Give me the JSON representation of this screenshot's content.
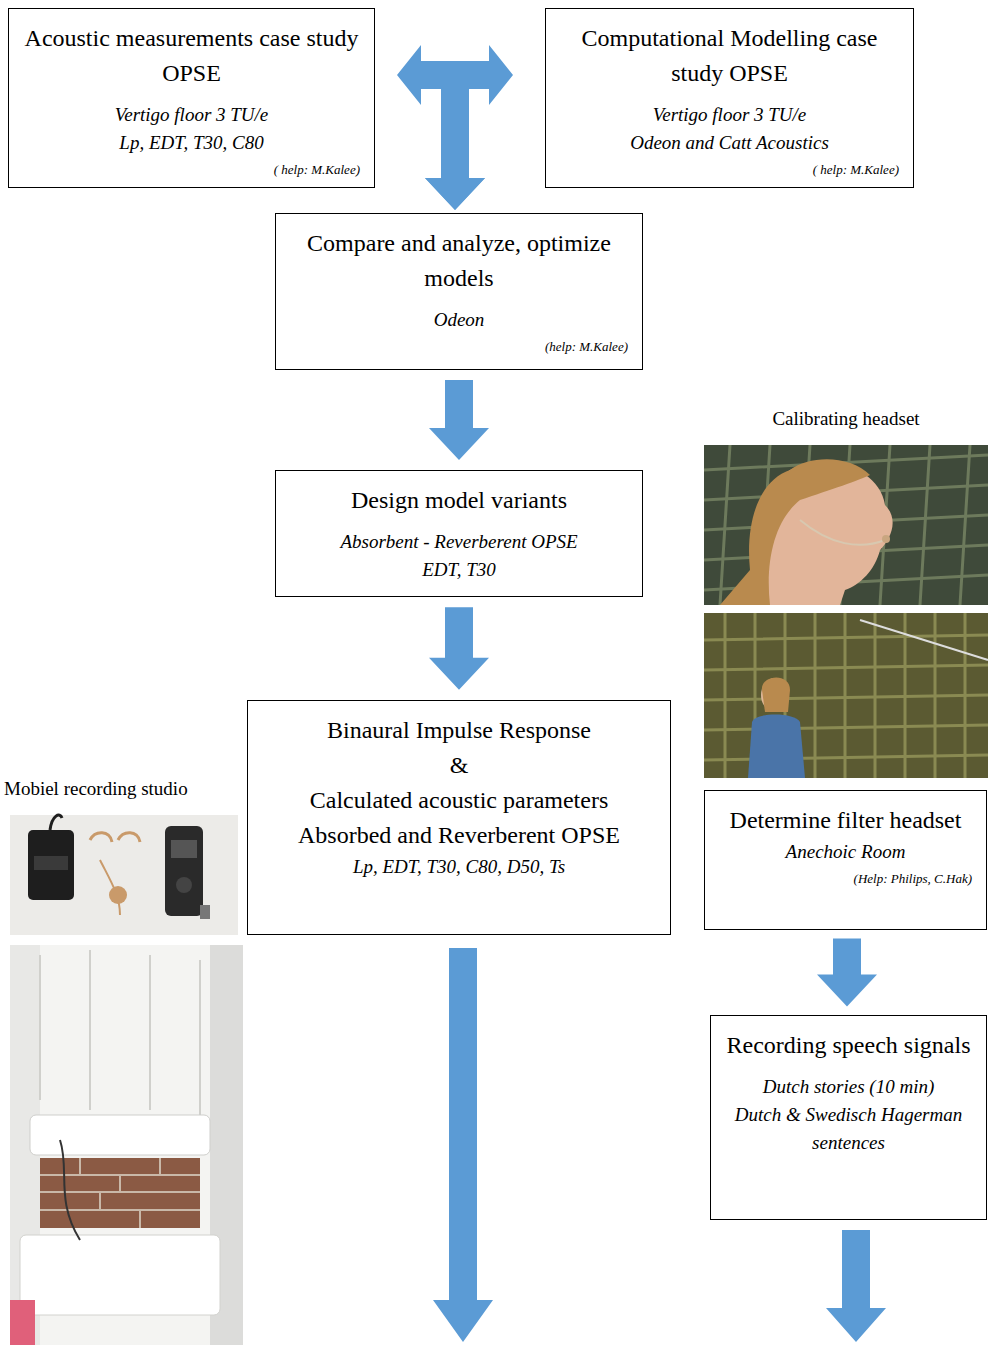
{
  "diagram": {
    "nodes": [
      {
        "text": [
          "Acoustic measurements case study OPSE",
          "Vertigo floor 3 TU/e",
          "Lp, EDT, T30, C80",
          "( help: M.Kalee)"
        ]
      },
      {
        "text": [
          "Computational Modelling case study OPSE",
          "Vertigo floor 3 TU/e",
          "Odeon and Catt Acoustics",
          "( help: M.Kalee)"
        ]
      },
      {
        "text": [
          "Compare and analyze, optimize models",
          "Odeon",
          "(help: M.Kalee)"
        ]
      },
      {
        "text": [
          "Design model variants",
          "Absorbent - Reverberent OPSE",
          "EDT, T30"
        ]
      },
      {
        "text": [
          "Binaural Impulse Response",
          "&",
          "Calculated acoustic parameters",
          "Absorbed and Reverberent OPSE",
          "Lp, EDT, T30, C80, D50, Ts"
        ]
      },
      {
        "text": [
          "Determine filter headset",
          "Anechoic Room",
          "(Help: Philips, C.Hak)"
        ]
      },
      {
        "text": [
          "Recording speech signals",
          "Dutch stories (10 min)",
          "Dutch & Swedisch Hagerman sentences"
        ]
      }
    ],
    "edges": [
      {
        "from": 0,
        "to": 1,
        "arrow": "both"
      },
      {
        "from": 0,
        "to": 2,
        "arrow": "to"
      },
      {
        "from": 1,
        "to": 2,
        "arrow": "to"
      },
      {
        "from": 2,
        "to": 3,
        "arrow": "to"
      },
      {
        "from": 3,
        "to": 4,
        "arrow": "to"
      },
      {
        "from": 5,
        "to": 6,
        "arrow": "to"
      }
    ],
    "labels": [
      "Calibrating headset",
      "Mobiel recording studio"
    ]
  }
}
